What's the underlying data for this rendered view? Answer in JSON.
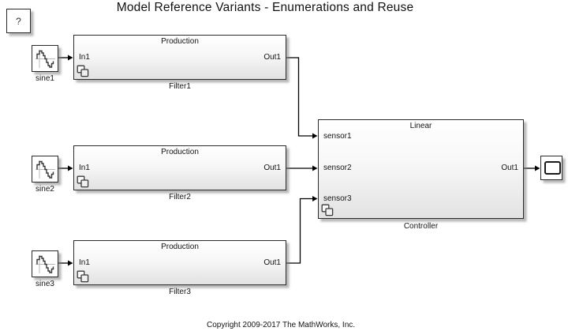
{
  "title": "Model Reference Variants - Enumerations and Reuse",
  "help_block": {
    "label": "?"
  },
  "sources": [
    {
      "label": "sine1"
    },
    {
      "label": "sine2"
    },
    {
      "label": "sine3"
    }
  ],
  "filters": [
    {
      "header": "Production",
      "in_port": "In1",
      "out_port": "Out1",
      "label": "Filter1"
    },
    {
      "header": "Production",
      "in_port": "In1",
      "out_port": "Out1",
      "label": "Filter2"
    },
    {
      "header": "Production",
      "in_port": "In1",
      "out_port": "Out1",
      "label": "Filter3"
    }
  ],
  "controller": {
    "header": "Linear",
    "in_ports": [
      "sensor1",
      "sensor2",
      "sensor3"
    ],
    "out_port": "Out1",
    "label": "Controller"
  },
  "footer": {
    "copyright": "Copyright 2009-2017 The MathWorks, Inc."
  },
  "colors": {
    "wire": "#000000",
    "block_border": "#2a2a2a",
    "block_fill_top": "#ffffff",
    "block_fill_bottom": "#e2e2e2",
    "shadow": "#9c9c9c",
    "axis_gray": "#b8b8b8"
  }
}
